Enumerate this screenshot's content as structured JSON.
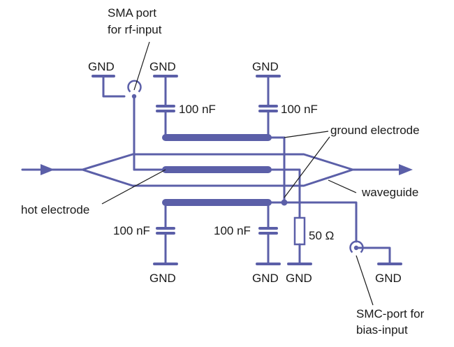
{
  "labels": {
    "sma_line1": "SMA port",
    "sma_line2": "for rf-input",
    "gnd": "GND",
    "cap_value": "100 nF",
    "ground_electrode": "ground electrode",
    "waveguide": "waveguide",
    "hot_electrode": "hot electrode",
    "resistor_value": "50 Ω",
    "smc_line1": "SMC-port for",
    "smc_line2": "bias-input"
  },
  "colors": {
    "wire": "#5b5fa8",
    "text": "#1a1a1a"
  }
}
